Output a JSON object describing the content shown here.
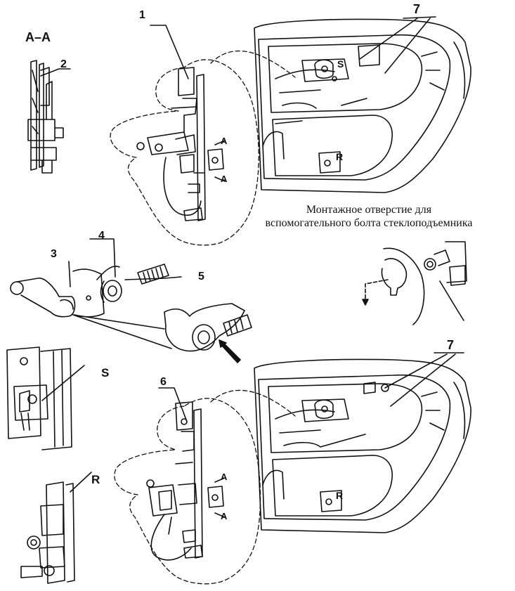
{
  "section_title": "А–А",
  "caption": {
    "line1": "Монтажное отверстие для",
    "line2": "вспомогательного болта стеклоподъемника"
  },
  "callouts": {
    "n1": "1",
    "n2": "2",
    "n3": "3",
    "n4": "4",
    "n5": "5",
    "n6": "6",
    "n7_top": "7",
    "n7_bottom": "7"
  },
  "markers": {
    "s_detail": "S",
    "r_detail": "R",
    "s_door": "S",
    "r_door": "R",
    "r_door_bottom": "R",
    "a_top_1": "A",
    "a_top_2": "A",
    "a_bottom_1": "A",
    "a_bottom_2": "A"
  },
  "colors": {
    "ink": "#111111",
    "paper": "#ffffff"
  }
}
